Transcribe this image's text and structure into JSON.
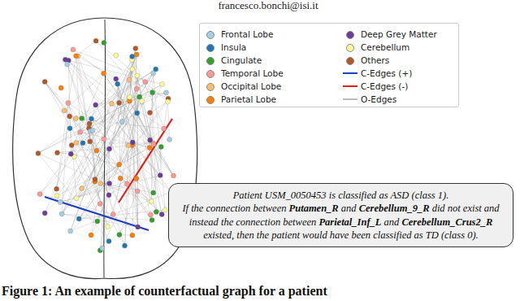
{
  "diagram": {
    "caption": "Figure 1: An example of counterfactual graph for a patient",
    "nodes": [
      {
        "text": [
          "Patient USM_0050453 is classified as ASD (class 1).",
          "If the connection between Putamen_R and Cerebellum_9_R did not exist and instead the connection between Parietal_Inf_L and Cerebellum_Crus2_R existed, then the patient would have been classified as TD (class 0)."
        ]
      }
    ],
    "labels": [
      "francesco.bonchi@isi.it"
    ],
    "legend": [
      {
        "text": "Frontal Lobe",
        "color": "#a6cee3"
      },
      {
        "text": "Insula",
        "color": "#1f78b4"
      },
      {
        "text": "Cingulate",
        "color": "#33a02c"
      },
      {
        "text": "Temporal Lobe",
        "color": "#fb9a99"
      },
      {
        "text": "Occipital Lobe",
        "color": "#fdbf6f"
      },
      {
        "text": "Parietal Lobe",
        "color": "#ff7f00"
      },
      {
        "text": "Deep Grey Matter",
        "color": "#6a3d9a"
      },
      {
        "text": "Cerebellum",
        "color": "#ffff99"
      },
      {
        "text": "Others",
        "color": "#b15928"
      },
      {
        "text": "C-Edges (+)"
      },
      {
        "text": "C-Edges (-)"
      },
      {
        "text": "O-Edges"
      }
    ]
  }
}
